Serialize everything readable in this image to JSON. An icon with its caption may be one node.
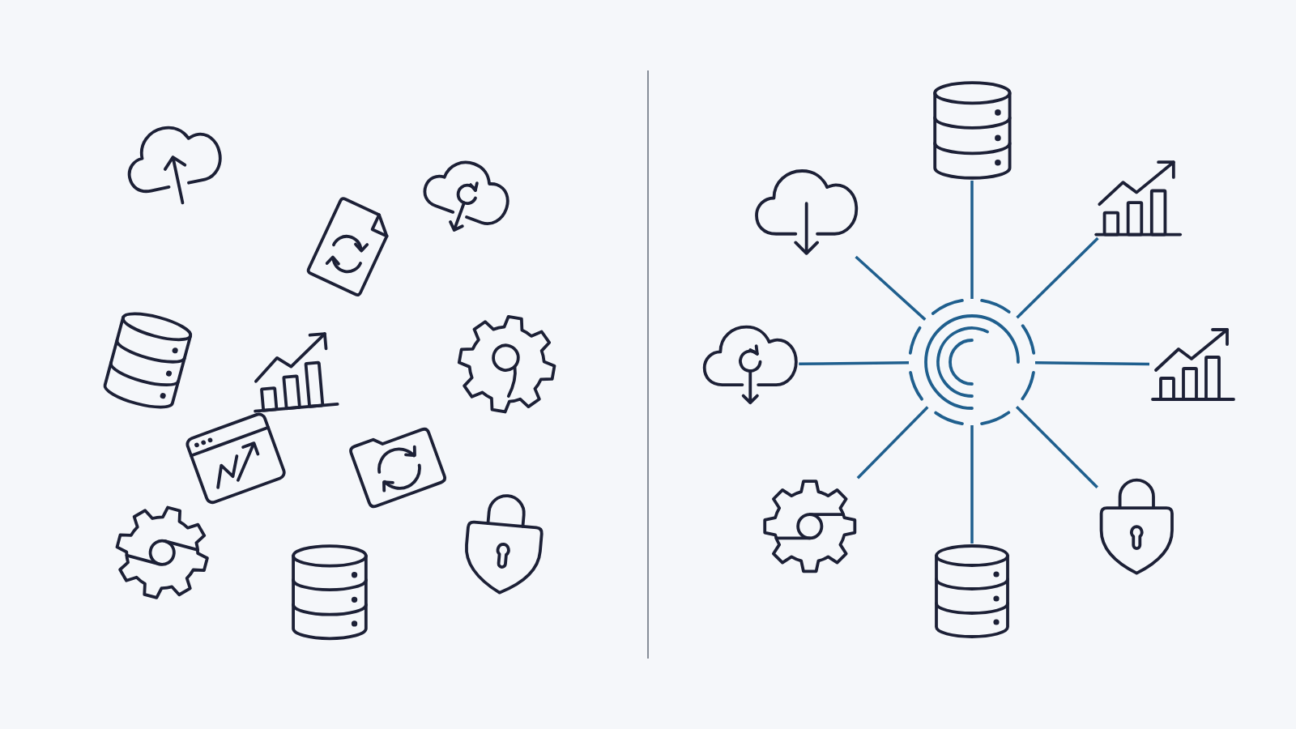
{
  "diagram": {
    "nodes": [
      {
        "text": [],
        "shape": "picture"
      },
      {
        "text": [],
        "shape": "picture"
      },
      {
        "text": [],
        "shape": "picture"
      },
      {
        "text": [],
        "shape": "picture"
      },
      {
        "text": [],
        "shape": "picture"
      },
      {
        "text": [],
        "shape": "picture"
      },
      {
        "text": [],
        "shape": "picture"
      },
      {
        "text": [],
        "shape": "picture"
      },
      {
        "text": [],
        "shape": "picture"
      },
      {
        "text": [],
        "shape": "picture"
      },
      {
        "text": [],
        "shape": "picture"
      },
      {
        "text": [],
        "shape": "picture"
      },
      {
        "text": [],
        "shape": "picture"
      },
      {
        "text": [],
        "shape": "picture"
      },
      {
        "text": [],
        "shape": "picture"
      },
      {
        "text": [],
        "shape": "picture"
      },
      {
        "text": [],
        "shape": "picture"
      },
      {
        "text": [],
        "shape": "picture"
      },
      {
        "text": [],
        "shape": "picture"
      },
      {
        "text": [],
        "shape": "picture"
      }
    ],
    "edges": [
      {
        "from": 15,
        "to": 11,
        "arrow": "none"
      },
      {
        "from": 15,
        "to": 12,
        "arrow": "none"
      },
      {
        "from": 15,
        "to": 13,
        "arrow": "none"
      },
      {
        "from": 15,
        "to": 14,
        "arrow": "none"
      },
      {
        "from": 15,
        "to": 16,
        "arrow": "none"
      },
      {
        "from": 15,
        "to": 17,
        "arrow": "none"
      },
      {
        "from": 15,
        "to": 18,
        "arrow": "none"
      },
      {
        "from": 15,
        "to": 19,
        "arrow": "none"
      }
    ]
  }
}
